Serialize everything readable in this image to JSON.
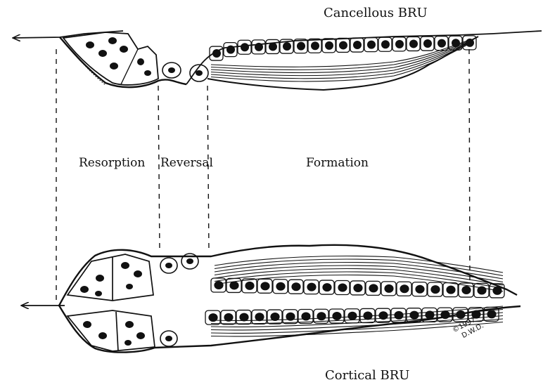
{
  "labels": {
    "top_title": "Cancellous BRU",
    "bottom_title": "Cortical BRU",
    "resorption": "Resorption",
    "reversal": "Reversal",
    "formation": "Formation"
  },
  "signature": {
    "year": "©1997",
    "initials": "D.W.D."
  },
  "colors": {
    "ink": "#111111",
    "background": "#ffffff"
  }
}
